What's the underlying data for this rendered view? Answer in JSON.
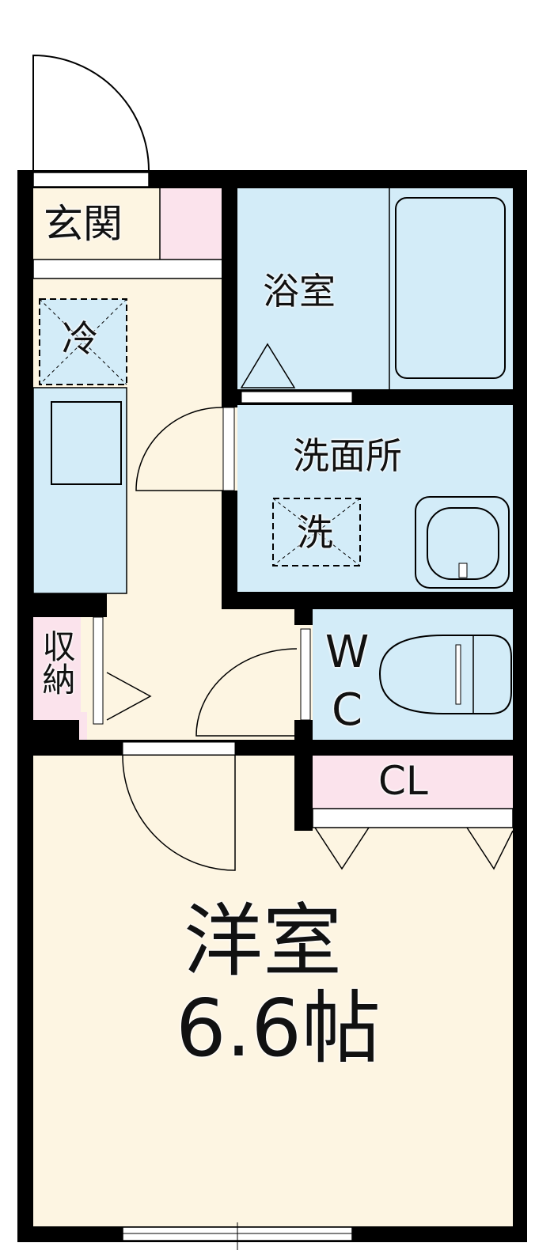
{
  "floorplan": {
    "colors": {
      "wall": "#000000",
      "floor": "#fdf5e2",
      "wet": "#d3ecf8",
      "storage": "#fbe3ec"
    },
    "labels": {
      "entrance": "玄関",
      "bath": "浴室",
      "fridge": "冷",
      "washroom": "洗面所",
      "washer": "洗",
      "storage": "収納",
      "toilet": "WC",
      "closet": "CL",
      "room": "洋室",
      "room_size": "6.6帖"
    }
  }
}
